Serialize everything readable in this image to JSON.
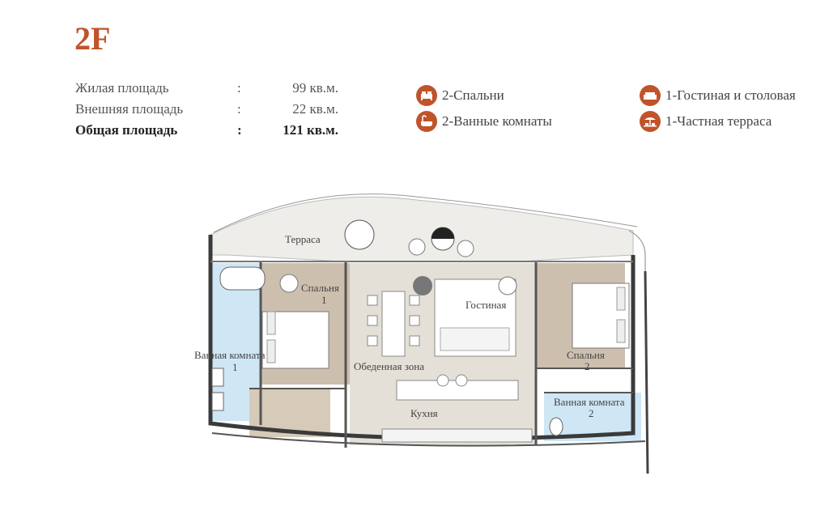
{
  "header": {
    "title": "2F"
  },
  "areas": [
    {
      "label": "Жилая площадь",
      "colon": ":",
      "value": "99 кв.м."
    },
    {
      "label": "Внешняя площадь",
      "colon": ":",
      "value": "22 кв.м."
    },
    {
      "label": "Общая площадь",
      "colon": ":",
      "value": "121 кв.м."
    }
  ],
  "features": [
    {
      "icon": "bed-icon",
      "label": "2-Спальни"
    },
    {
      "icon": "bathtub-icon",
      "label": "2-Ванные комнаты"
    },
    {
      "icon": "sofa-icon",
      "label": "1-Гостиная и столовая"
    },
    {
      "icon": "terrace-icon",
      "label": "1-Частная терраса"
    }
  ],
  "plan": {
    "rooms": {
      "terrace": "Терраса",
      "bedroom1": "Спальня",
      "bedroom1_num": "1",
      "bath1": "Ванная комната",
      "bath1_num": "1",
      "living": "Гостиная",
      "dining": "Обеденная зона",
      "kitchen": "Кухня",
      "bedroom2": "Спальня",
      "bedroom2_num": "2",
      "bath2": "Ванная комната",
      "bath2_num": "2"
    }
  },
  "colors": {
    "accent": "#c0532a",
    "floor_beige": "#e4e0d8",
    "floor_brown": "#cdbfae",
    "bath_blue": "#cfe6f5",
    "wall": "#3a3a3a"
  }
}
